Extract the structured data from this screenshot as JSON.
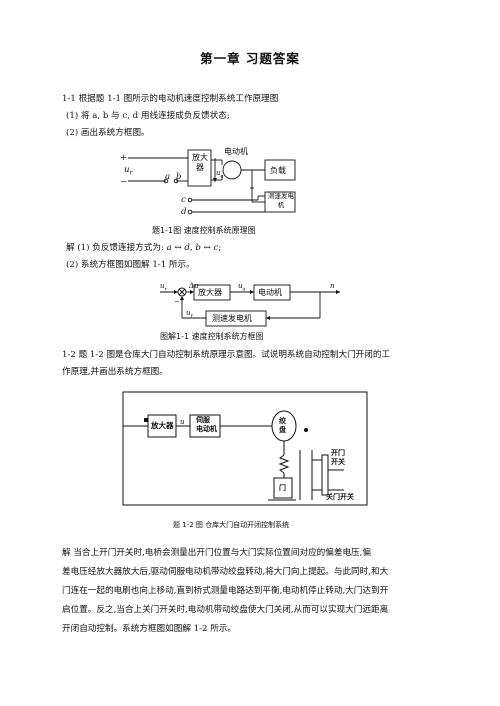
{
  "title": "第一章 习题答案",
  "q1": {
    "stem": "1-1 根据题 1-1 图所示的电动机速度控制系统工作原理图",
    "item1": "(1) 将 a, b 与 c, d 用线连接成负反馈状态;",
    "item2": "(2) 画出系统方框图。"
  },
  "fig1": {
    "caption": "题1-1图 速度控制系统原理图",
    "amp": "放大器",
    "motor": "电动机",
    "load": "负载",
    "tacho": "测速发电机",
    "plus": "+",
    "minus": "−",
    "ur": "u",
    "ur_sub": "r",
    "ua": "u",
    "ua_sub": "a",
    "a": "a",
    "b": "b",
    "c": "c",
    "d": "d"
  },
  "a1": {
    "sol_label": "解 (1) 负反馈连接方式为:",
    "conn1": "a ↔ d",
    "sep": ",",
    "conn2": "b ↔ c",
    "end": ";",
    "item2": "(2) 系统方框图如图解 1-1 所示。"
  },
  "fig1s": {
    "caption": "图解1-1 速度控制系统方框图",
    "amp": "放大器",
    "motor": "电动机",
    "tacho": "测速发电机",
    "ur": "u",
    "ur_sub": "r",
    "du": "Δu",
    "ua": "u",
    "ua_sub": "a",
    "n": "n",
    "uf": "u",
    "uf_sub": "f",
    "minus": "−"
  },
  "q2": {
    "line1": "1-2 题 1-2 图是仓库大门自动控制系统原理示意图。试说明系统自动控制大门开闭的工",
    "line2": "作原理,并画出系统方框图。"
  },
  "fig2": {
    "caption": "题 1-2 图  仓库大门自动开闭控制系统",
    "amp": "放大器",
    "servo1": "伺服",
    "servo2": "电动机",
    "drum1": "绞",
    "drum2": "盘",
    "door": "门",
    "open1": "开门",
    "open2": "开关",
    "close": "关门开关",
    "u": "u"
  },
  "a2": {
    "line1": "解  当合上开门开关时,电桥会测量出开门位置与大门实际位置间对应的偏差电压,偏",
    "line2": "差电压经放大器放大后,驱动伺服电动机带动绞盘转动,将大门向上提起。与此同时,和大",
    "line3": "门连在一起的电刷也向上移动,直到桥式测量电路达到平衡,电动机停止转动,大门达到开",
    "line4": "启位置。反之,当合上关门开关时,电动机带动绞盘使大门关闭,从而可以实现大门远距离",
    "line5": "开闭自动控制。系统方框图如图解 1-2 所示。"
  }
}
